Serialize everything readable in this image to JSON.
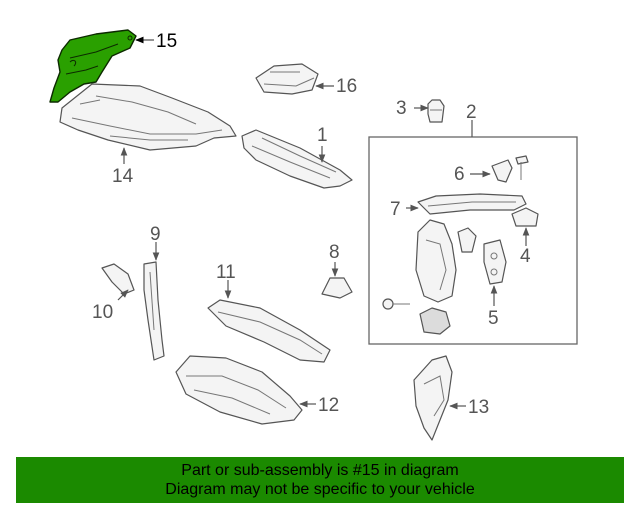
{
  "diagram": {
    "callouts": {
      "c1": "1",
      "c2": "2",
      "c3": "3",
      "c4": "4",
      "c5": "5",
      "c6": "6",
      "c7": "7",
      "c8": "8",
      "c9": "9",
      "c10": "10",
      "c11": "11",
      "c12": "12",
      "c13": "13",
      "c14": "14",
      "c15": "15",
      "c16": "16"
    },
    "highlighted_part": "15",
    "highlight_color": "#2aa000",
    "banner_color": "#1b8a00"
  },
  "banner": {
    "line1": "Part or sub-assembly is #15 in diagram",
    "line2": "Diagram may not be specific to your vehicle"
  }
}
